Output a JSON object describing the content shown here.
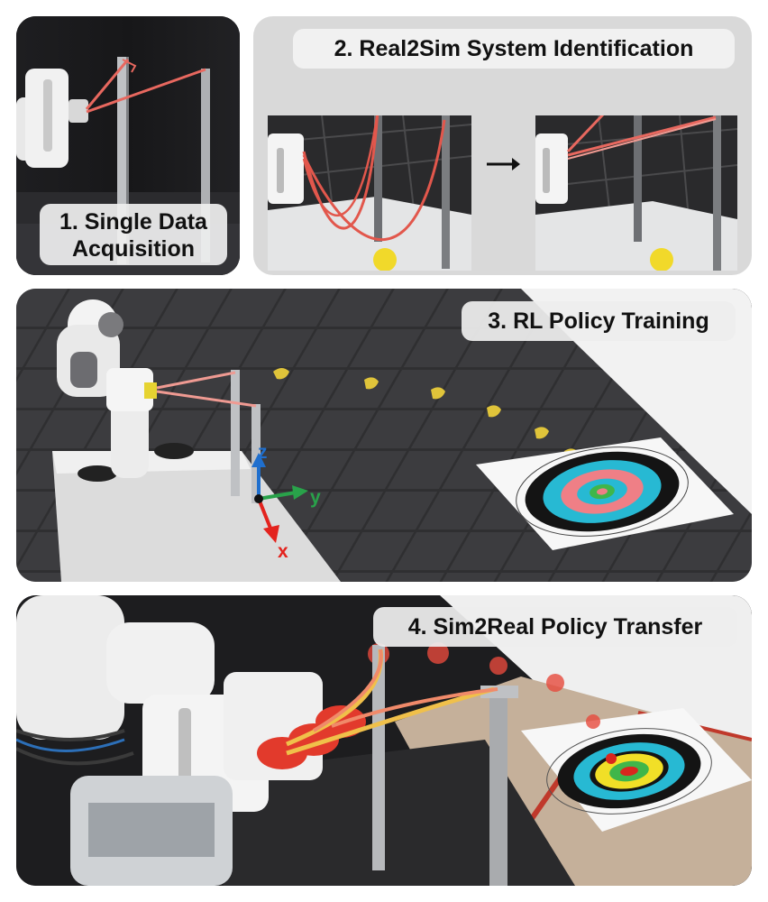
{
  "panels": [
    {
      "id": "p1",
      "label_lines": [
        "1. Single Data",
        "Acquisition"
      ]
    },
    {
      "id": "p2",
      "label": "2. Real2Sim System Identification"
    },
    {
      "id": "p3",
      "label": "3. RL Policy Training",
      "axes": {
        "z": "z",
        "y": "y",
        "x": "x"
      }
    },
    {
      "id": "p4",
      "label": "4. Sim2Real Policy Transfer"
    }
  ],
  "colors": {
    "band": "#e8685f",
    "target_cyan": "#27b9d3",
    "target_pink": "#ef7f86",
    "target_yellow": "#f1df27",
    "target_green": "#3fb64a",
    "target_red": "#d9261e",
    "ball_yellow": "#f1d92a",
    "axis_x": "#e3231e",
    "axis_y": "#29a24a",
    "axis_z": "#1f6fce"
  },
  "icons": [
    "arrow-right-icon"
  ]
}
